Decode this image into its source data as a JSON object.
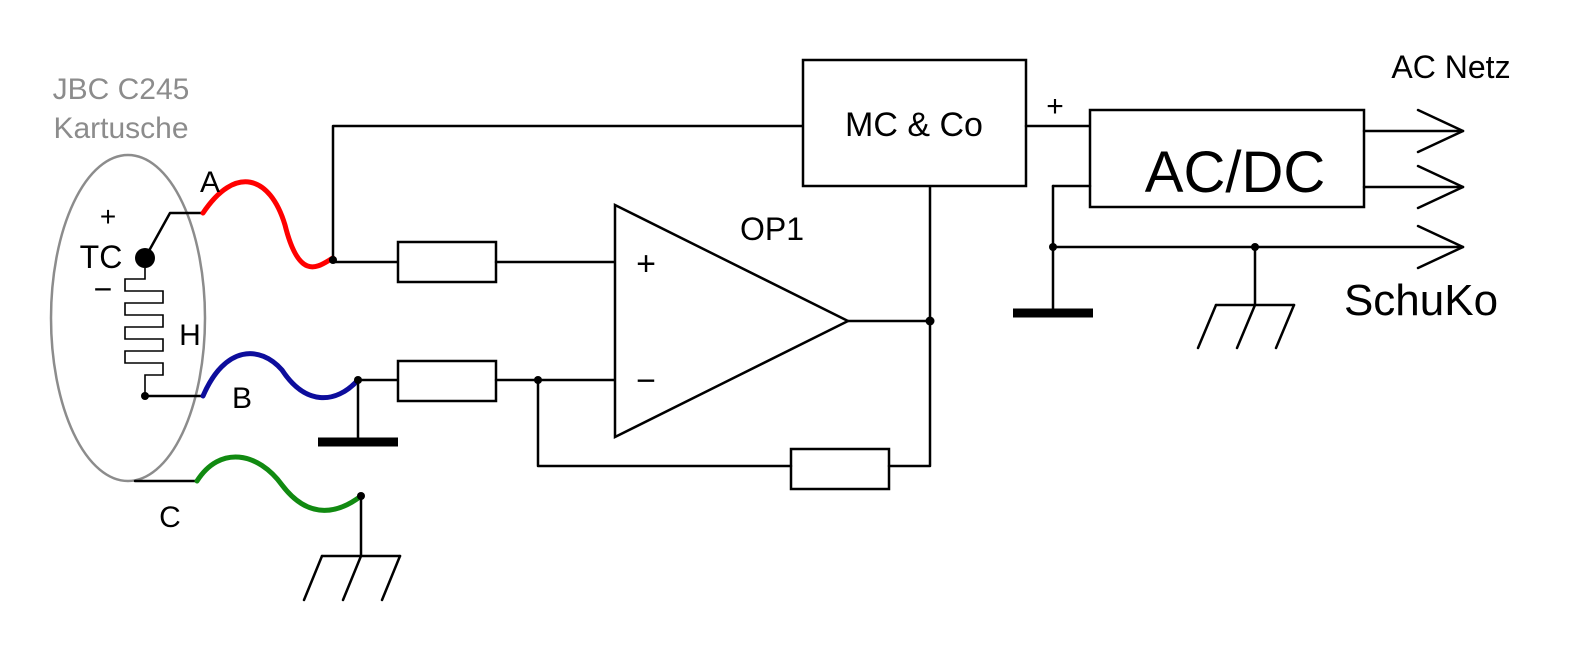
{
  "cartridge": {
    "line1": "JBC C245",
    "line2": "Kartusche",
    "tc_plus": "+",
    "tc_label": "TC",
    "tc_minus": "−",
    "heater_label": "H",
    "outline_color": "#8c8c8c"
  },
  "wires": {
    "a": {
      "label": "A",
      "color": "#ff0000"
    },
    "b": {
      "label": "B",
      "color": "#0d0d9c"
    },
    "c": {
      "label": "C",
      "color": "#118a11"
    }
  },
  "opamp": {
    "label": "OP1",
    "plus": "+",
    "minus": "−"
  },
  "controller": {
    "label": "MC & Co"
  },
  "supply": {
    "label": "AC/DC",
    "plus": "+",
    "mains_label": "AC Netz",
    "outlet_label": "SchuKo"
  }
}
